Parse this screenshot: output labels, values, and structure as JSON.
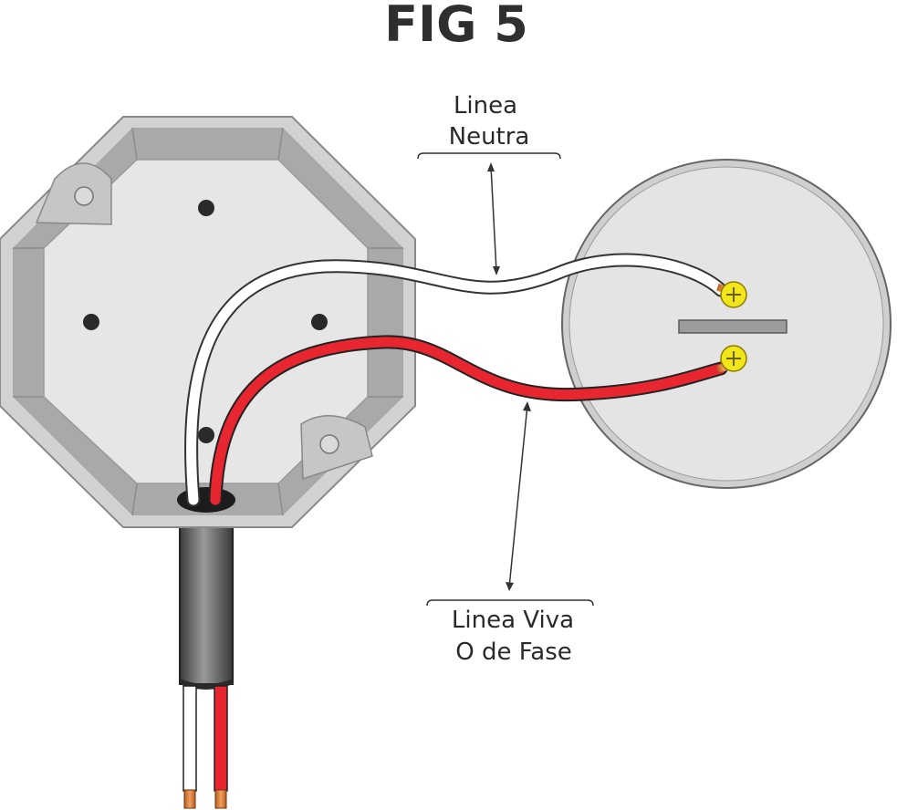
{
  "figure": {
    "title": "FIG 5"
  },
  "labels": {
    "neutral_line1": "Linea",
    "neutral_line2": "Neutra",
    "live_line1": "Linea Viva",
    "live_line2": "O de Fase"
  },
  "colors": {
    "neutral_wire": "#ffffff",
    "live_wire": "#e8262f",
    "box_fill": "#d4d4d4",
    "box_inner": "#e6e6e6",
    "fixture": "#e4e4e4",
    "screw": "#f0e61a",
    "conduit": "#6a6a6a"
  }
}
